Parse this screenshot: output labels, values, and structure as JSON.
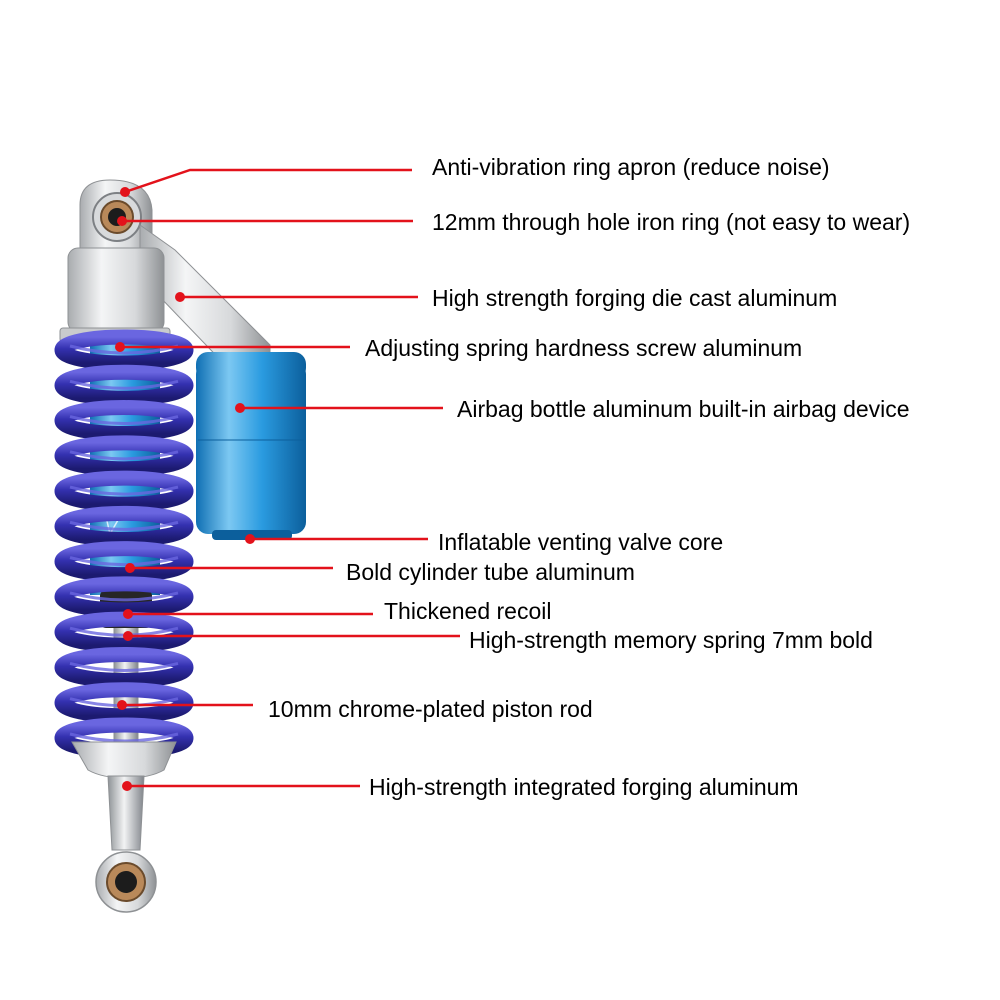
{
  "colors": {
    "annotation": "#e3121b",
    "spring": "#2c2a9c",
    "spring_highlight": "#6a66e0",
    "cylinder": "#1f8fd8",
    "cylinder_highlight": "#7cc8f2",
    "aluminum": "#d9dadb",
    "aluminum_shadow": "#9fa2a5",
    "chrome": "#c8ccd0",
    "rubber": "#2a2a2a",
    "text": "#000000"
  },
  "labels": [
    {
      "id": "apron",
      "text": "Anti-vibration ring apron (reduce noise)"
    },
    {
      "id": "iron-ring",
      "text": "12mm through hole iron ring (not easy to wear)"
    },
    {
      "id": "die-cast",
      "text": "High strength forging die cast aluminum"
    },
    {
      "id": "screw",
      "text": "Adjusting spring hardness screw aluminum"
    },
    {
      "id": "airbag",
      "text": "Airbag bottle aluminum built-in airbag device"
    },
    {
      "id": "valve",
      "text": "Inflatable venting valve core"
    },
    {
      "id": "cylinder",
      "text": "Bold cylinder tube aluminum"
    },
    {
      "id": "recoil",
      "text": "Thickened recoil"
    },
    {
      "id": "spring",
      "text": "High-strength memory spring 7mm bold"
    },
    {
      "id": "rod",
      "text": "10mm chrome-plated piston rod"
    },
    {
      "id": "forging",
      "text": "High-strength integrated forging aluminum"
    }
  ]
}
